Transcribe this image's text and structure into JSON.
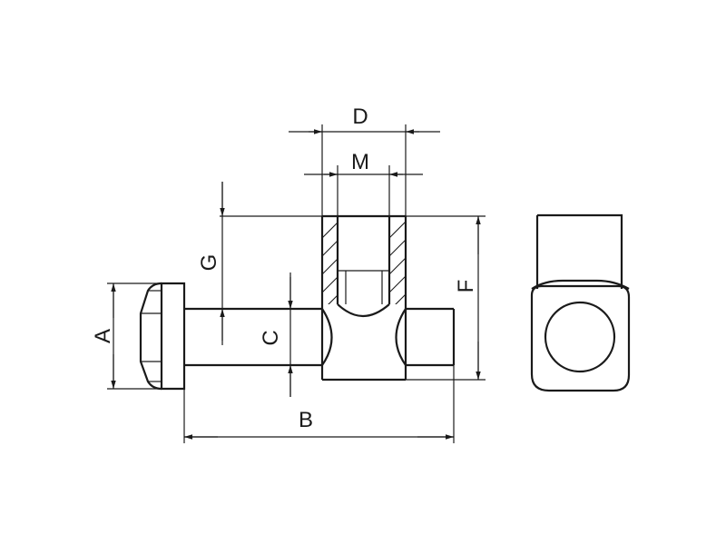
{
  "dimensions": {
    "A": "A",
    "B": "B",
    "C": "C",
    "D": "D",
    "F": "F",
    "G": "G",
    "M": "M"
  },
  "colors": {
    "line": "#1a1a1a",
    "background": "#ffffff"
  }
}
